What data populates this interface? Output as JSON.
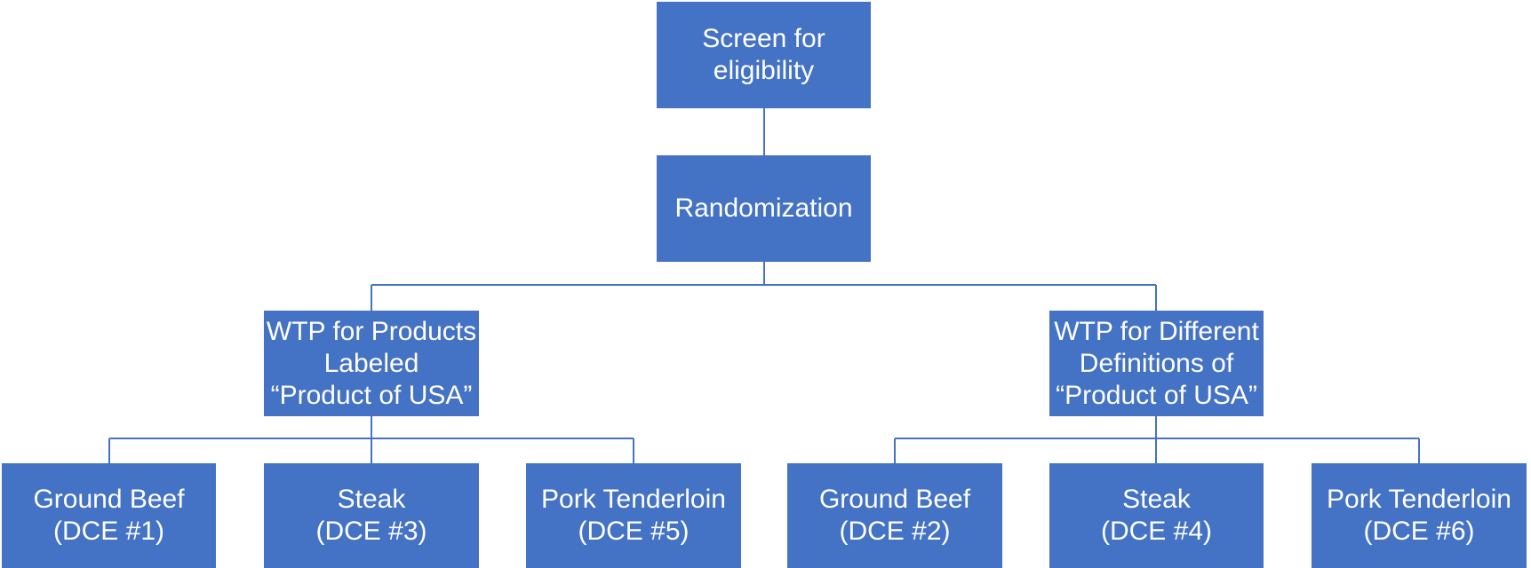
{
  "diagram": {
    "nodes": {
      "screen": {
        "text": "Screen for\neligibility"
      },
      "randomization": {
        "text": "Randomization"
      },
      "branch_left": {
        "text": "WTP for Products\nLabeled\n“Product of USA”"
      },
      "branch_right": {
        "text": "WTP for Different\nDefinitions of\n“Product of USA”"
      },
      "leaf_1": {
        "text": "Ground Beef\n(DCE #1)"
      },
      "leaf_2": {
        "text": "Steak\n(DCE #3)"
      },
      "leaf_3": {
        "text": "Pork Tenderloin\n(DCE #5)"
      },
      "leaf_4": {
        "text": "Ground Beef\n(DCE #2)"
      },
      "leaf_5": {
        "text": "Steak\n(DCE #4)"
      },
      "leaf_6": {
        "text": "Pork Tenderloin\n(DCE #6)"
      }
    },
    "edges": [
      {
        "from": "screen",
        "to": "randomization"
      },
      {
        "from": "randomization",
        "to": "branch_left"
      },
      {
        "from": "randomization",
        "to": "branch_right"
      },
      {
        "from": "branch_left",
        "to": "leaf_1"
      },
      {
        "from": "branch_left",
        "to": "leaf_2"
      },
      {
        "from": "branch_left",
        "to": "leaf_3"
      },
      {
        "from": "branch_right",
        "to": "leaf_4"
      },
      {
        "from": "branch_right",
        "to": "leaf_5"
      },
      {
        "from": "branch_right",
        "to": "leaf_6"
      }
    ],
    "colors": {
      "box_fill": "#4472c4",
      "box_text": "#ffffff",
      "connector": "#4472c4"
    }
  }
}
